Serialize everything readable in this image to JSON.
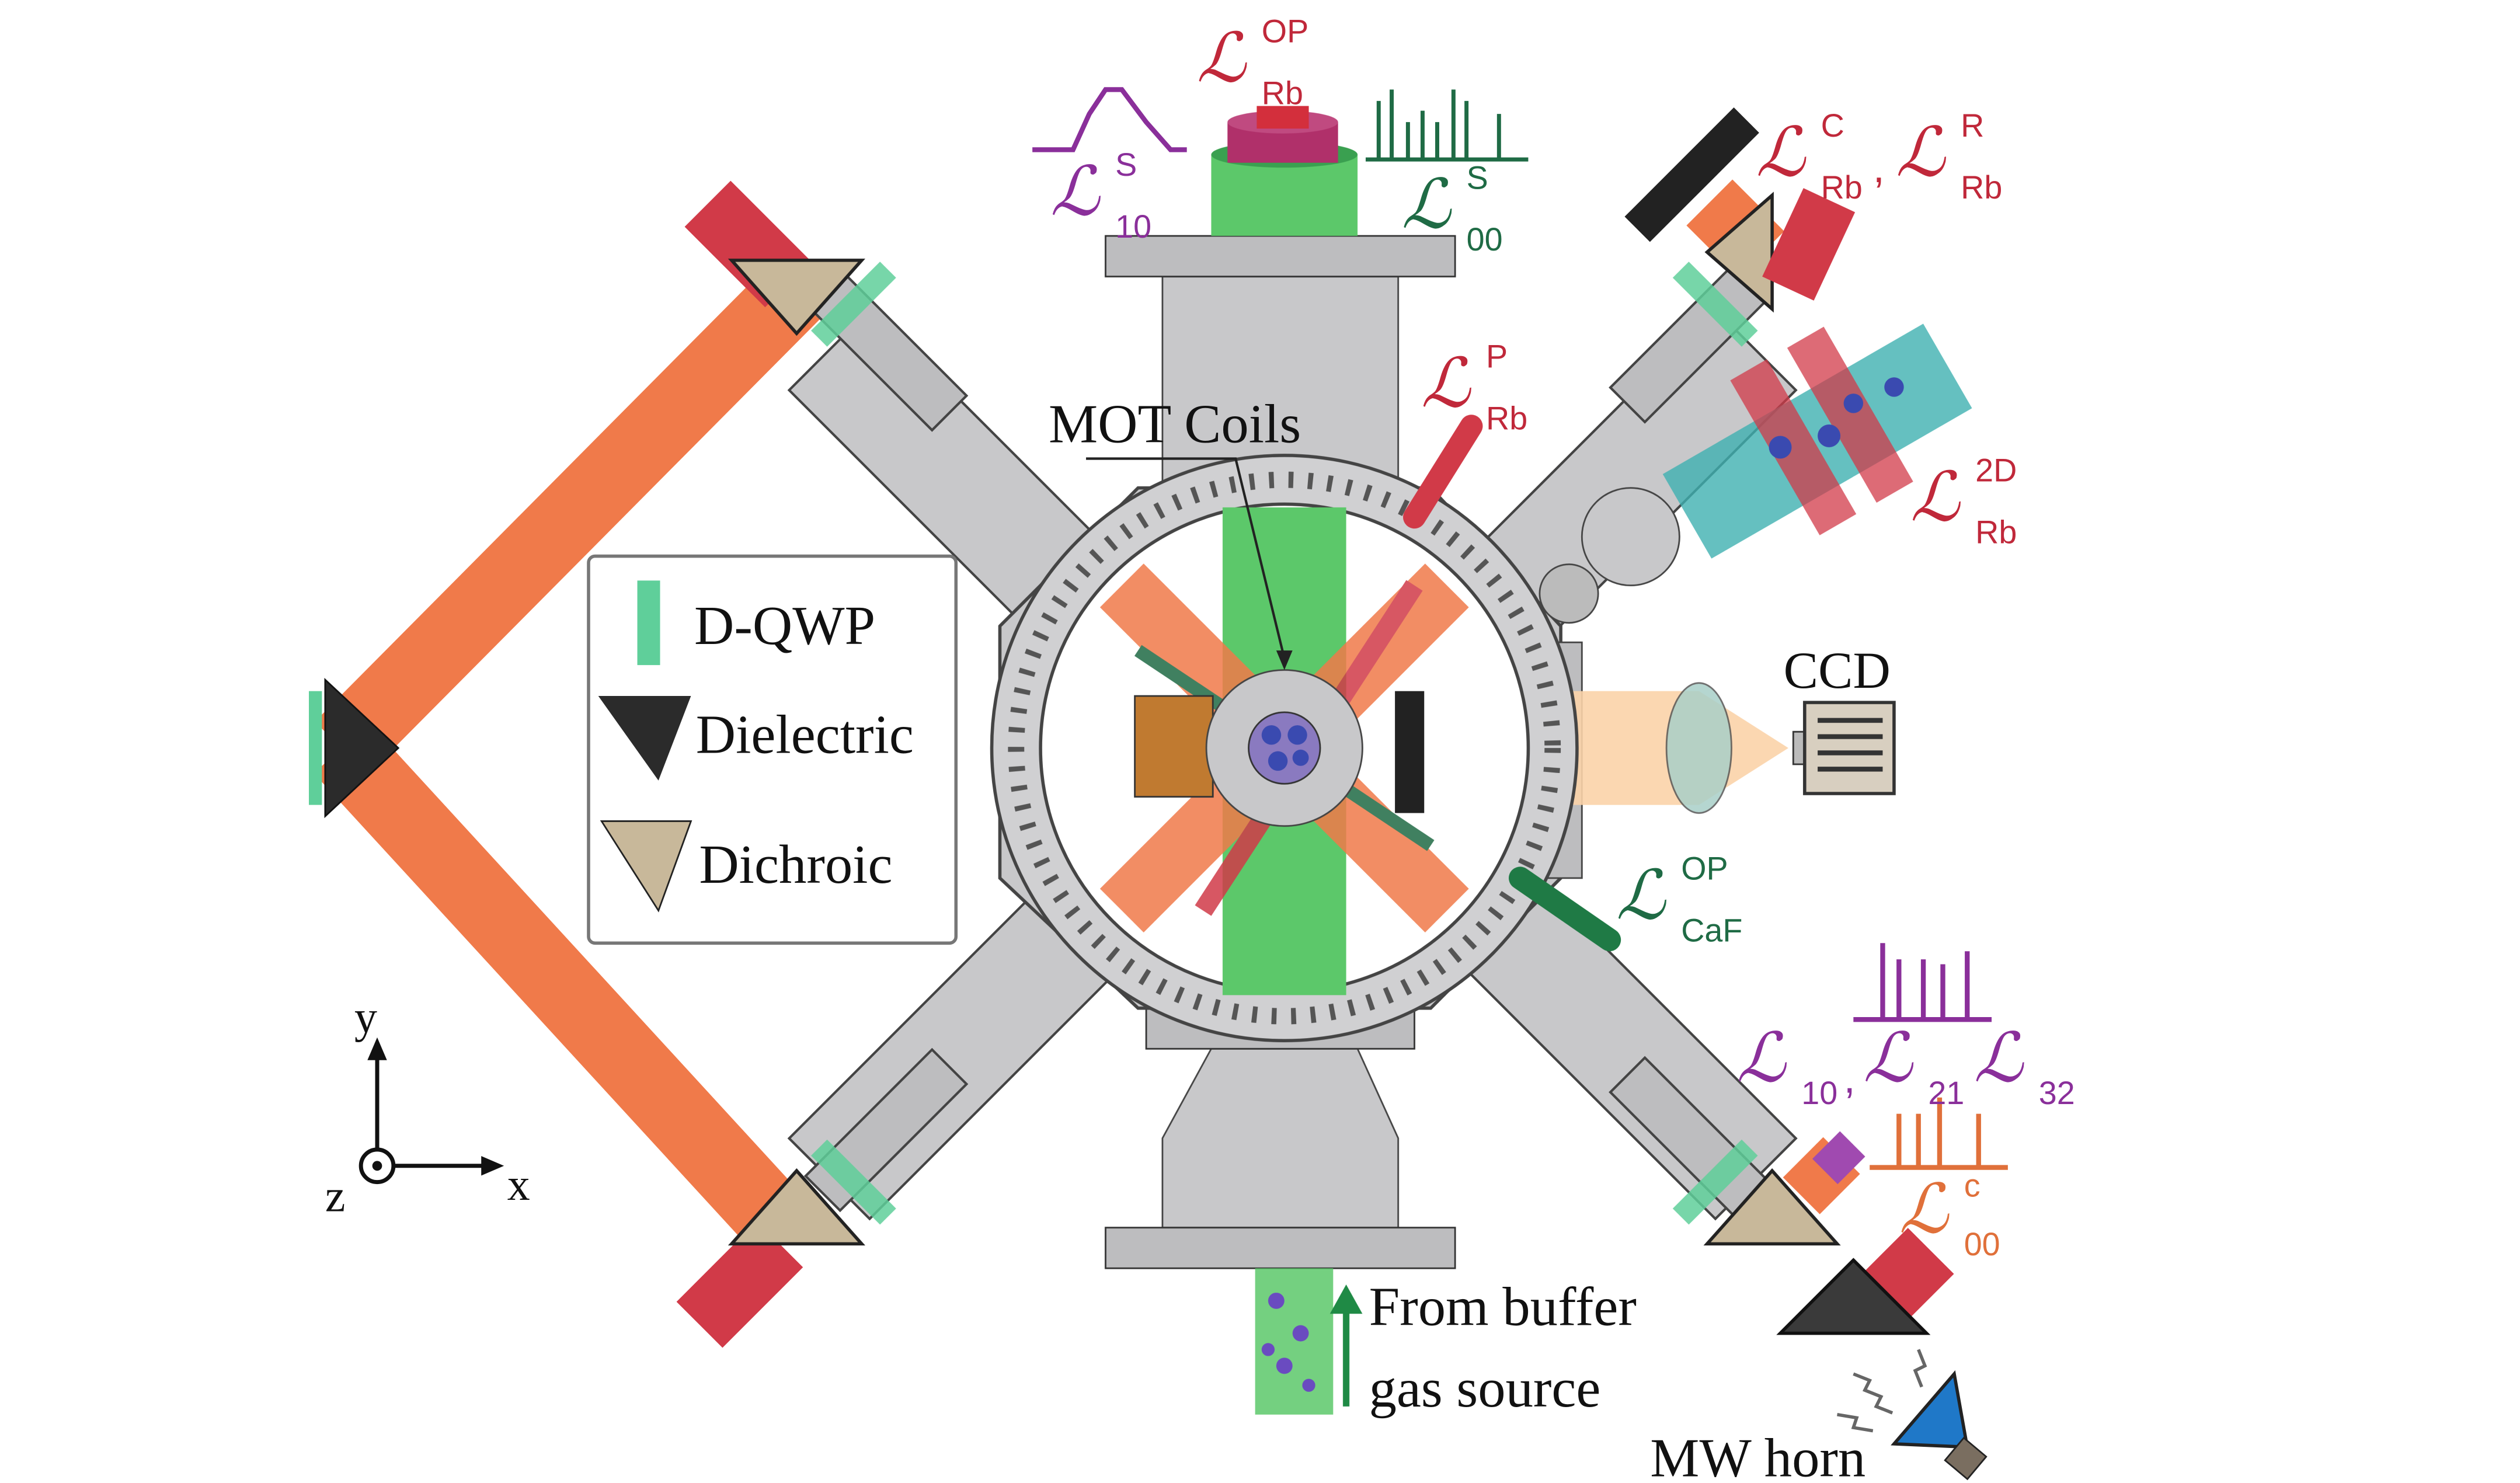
{
  "labels": {
    "mot_coils": "MOT Coils",
    "ccd": "CCD",
    "from_buffer": "From buffer",
    "gas_source": "gas source",
    "mw_horn": "MW horn"
  },
  "legend": {
    "items": [
      {
        "label": "D-QWP",
        "color": "#5fcf9a"
      },
      {
        "label": "Dielectric",
        "color": "#2b2b2b"
      },
      {
        "label": "Dichroic",
        "color": "#c8b89a"
      }
    ]
  },
  "axes": {
    "x": "x",
    "y": "y",
    "z": "z"
  },
  "lasers": {
    "op_rb": {
      "base": "ℒ",
      "sup": "OP",
      "sub": "Rb",
      "color": "#c0283a"
    },
    "s10": {
      "base": "ℒ",
      "sup": "S",
      "sub": "10",
      "color": "#8a2f9a"
    },
    "s00": {
      "base": "ℒ",
      "sup": "S",
      "sub": "00",
      "color": "#1f6b45"
    },
    "c_rb": {
      "base": "ℒ",
      "sup": "C",
      "sub": "Rb",
      "color": "#c0283a"
    },
    "comma1": ",",
    "r_rb": {
      "base": "ℒ",
      "sup": "R",
      "sub": "Rb",
      "color": "#c0283a"
    },
    "p_rb": {
      "base": "ℒ",
      "sup": "P",
      "sub": "Rb",
      "color": "#c0283a"
    },
    "twod_rb": {
      "base": "ℒ",
      "sup": "2D",
      "sub": "Rb",
      "color": "#c0283a"
    },
    "op_caf": {
      "base": "ℒ",
      "sup": "OP",
      "sub": "CaF",
      "color": "#1f6b45"
    },
    "l10": {
      "base": "ℒ",
      "sub": "10",
      "color": "#8a2f9a"
    },
    "comma2": ",",
    "l21": {
      "base": "ℒ",
      "sub": "21",
      "color": "#8a2f9a"
    },
    "l32": {
      "base": "ℒ",
      "sub": "32",
      "color": "#8a2f9a"
    },
    "c00": {
      "base": "ℒ",
      "sup": "c",
      "sub": "00",
      "color": "#e0703a"
    }
  },
  "colors": {
    "orange_beam": "#f07a4a",
    "red_beam": "#d13a48",
    "green_beam": "#5cc86a",
    "chamber": "#c8c8ca",
    "ccd_beam": "#fbd3a8",
    "horn": "#1f78c8"
  }
}
